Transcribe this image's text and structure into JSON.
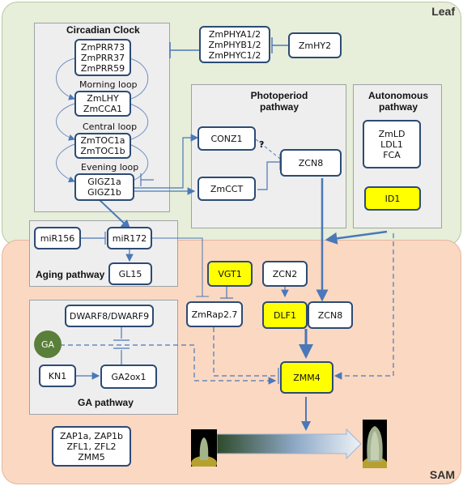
{
  "regions": {
    "leaf": "Leaf",
    "sam": "SAM"
  },
  "panels": {
    "circadian_clock": "Circadian Clock",
    "photoperiod": "Photoperiod\npathway",
    "autonomous": "Autonomous\npathway",
    "aging": "Aging pathway",
    "ga": "GA pathway"
  },
  "loops": {
    "morning": "Morning loop",
    "central": "Central loop",
    "evening": "Evening loop"
  },
  "nodes": {
    "prr": "ZmPRR73\nZmPRR37\nZmPRR59",
    "lhy": "ZmLHY\nZmCCA1",
    "toc": "ZmTOC1a\nZmTOC1b",
    "gigz": "GIGZ1a\nGIGZ1b",
    "phy": "ZmPHYA1/2\nZmPHYB1/2\nZmPHYC1/2",
    "hy2": "ZmHY2",
    "conz1": "CONZ1",
    "zmcct": "ZmCCT",
    "zcn8_leaf": "ZCN8",
    "auto": "ZmLD\nLDL1\nFCA",
    "id1": "ID1",
    "mir156": "miR156",
    "mir172": "miR172",
    "gl15": "GL15",
    "vgt1": "VGT1",
    "zcn2": "ZCN2",
    "zmrap": "ZmRap2.7",
    "dlf1": "DLF1",
    "zcn8_sam": "ZCN8",
    "dwarf": "DWARF8/DWARF9",
    "ga": "GA",
    "kn1": "KN1",
    "ga2ox1": "GA2ox1",
    "zmm4": "ZMM4",
    "zap": "ZAP1a, ZAP1b\nZFL1, ZFL2\nZMM5"
  },
  "question_mark": "?",
  "colors": {
    "highlight": "#ffff00",
    "edge": "#4a78b8",
    "node_border": "#2c4b74",
    "ga_circle": "#5a7f3a"
  }
}
